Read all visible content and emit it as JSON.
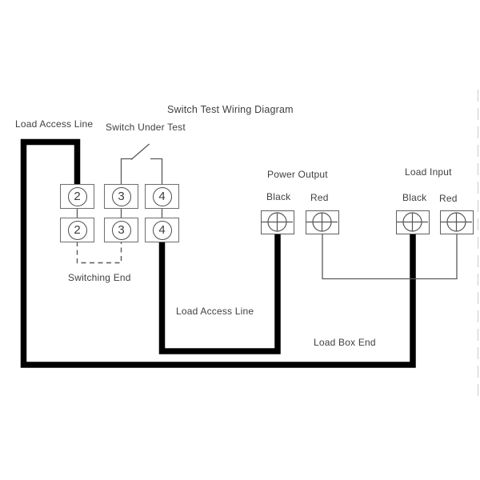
{
  "labels": {
    "title": "Switch Test Wiring Diagram",
    "load_access_line_top": "Load Access Line",
    "switch_under_test": "Switch Under Test",
    "power_output": "Power Output",
    "load_input": "Load Input",
    "power_output_black": "Black",
    "power_output_red": "Red",
    "load_input_black": "Black",
    "load_input_red": "Red",
    "switching_end": "Switching End",
    "load_access_line_middle": "Load Access Line",
    "load_box_end": "Load Box End"
  },
  "switch_block": {
    "rows": [
      [
        "2",
        "3",
        "4"
      ],
      [
        "2",
        "3",
        "4"
      ]
    ]
  },
  "colors": {
    "thick_wire": "#000000",
    "thin_wire": "#58595b",
    "text": "#3f3f42",
    "box_border": "#6e6e6e",
    "edge_artifact": "#d8d8d8"
  }
}
